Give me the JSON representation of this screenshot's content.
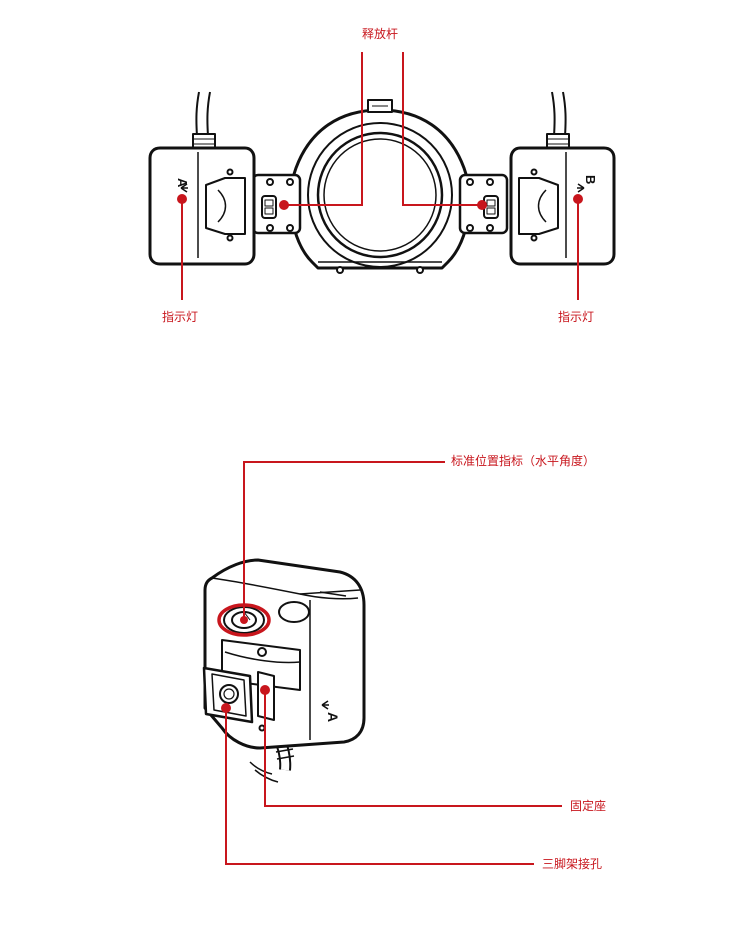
{
  "labels": {
    "release_lever": "释放杆",
    "indicator_left": "指示灯",
    "indicator_right": "指示灯",
    "reference_mark": "标准位置指标（水平角度）",
    "mounting_base": "固定座",
    "tripod_socket": "三脚架接孔"
  },
  "head_marks": {
    "left_head": "A",
    "right_head": "B",
    "detail_head": "A"
  },
  "colors": {
    "callout": "#c8161d",
    "outline": "#111111"
  }
}
